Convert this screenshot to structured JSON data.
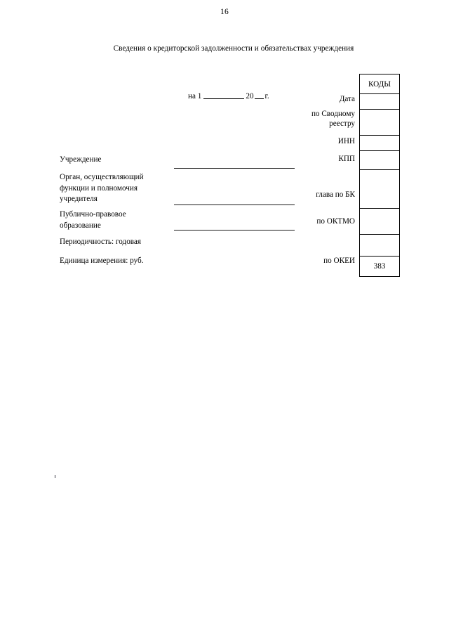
{
  "page": {
    "number": "16",
    "title": "Сведения о кредиторской задолженности и обязательствах учреждения"
  },
  "date_line": {
    "prefix": "на 1",
    "year_prefix": "20",
    "suffix": "г."
  },
  "form_labels": {
    "institution": "Учреждение",
    "founder_body": "Орган, осуществляющий\nфункции и полномочия\nучредителя",
    "public_legal_entity": "Публично-правовое\nобразование",
    "periodicity": "Периодичность: годовая",
    "unit_of_measure": "Единица измерения: руб."
  },
  "codes_table": {
    "header": "КОДЫ",
    "rows": [
      {
        "caption": "Дата",
        "value": ""
      },
      {
        "caption": "по Сводному\nреестру",
        "value": ""
      },
      {
        "caption": "ИНН",
        "value": ""
      },
      {
        "caption": "КПП",
        "value": ""
      },
      {
        "caption": "глава по БК",
        "value": ""
      },
      {
        "caption": "по ОКТМО",
        "value": ""
      },
      {
        "caption": "",
        "value": ""
      },
      {
        "caption": "по ОКЕИ",
        "value": "383"
      }
    ]
  }
}
